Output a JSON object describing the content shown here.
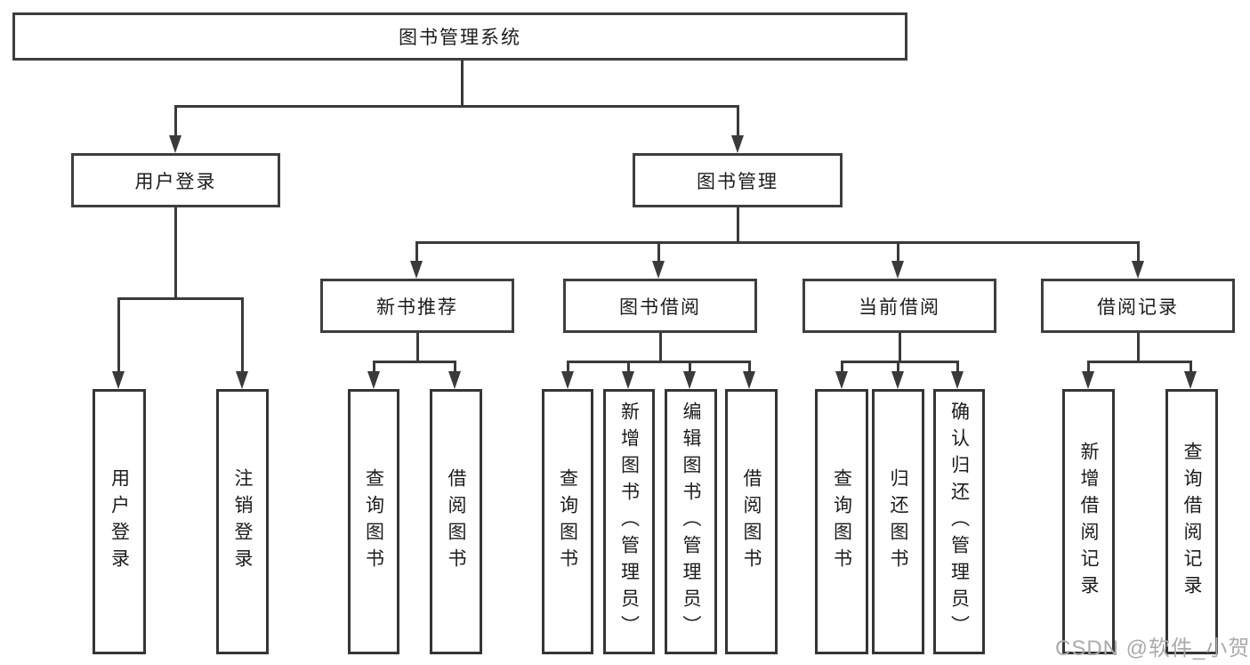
{
  "colors": {
    "line": "#3a3a3c",
    "box_border": "#3e3e40",
    "text": "#1c1c1e",
    "watermark_text": "#ababab",
    "background": "#ffffff"
  },
  "tree": {
    "root": "图书管理系统",
    "level2": [
      {
        "label": "用户登录",
        "leaves": [
          "用户登录",
          "注销登录"
        ]
      },
      {
        "label": "图书管理",
        "groups": [
          {
            "label": "新书推荐",
            "leaves": [
              "查询图书",
              "借阅图书"
            ]
          },
          {
            "label": "图书借阅",
            "leaves": [
              "查询图书",
              "新增图书（管理员）",
              "编辑图书（管理员）",
              "借阅图书"
            ]
          },
          {
            "label": "当前借阅",
            "leaves": [
              "查询图书",
              "归还图书",
              "确认归还（管理员）"
            ]
          },
          {
            "label": "借阅记录",
            "leaves": [
              "新增借阅记录",
              "查询借阅记录"
            ]
          }
        ]
      }
    ]
  },
  "watermark": "CSDN @软件_小贺同学"
}
